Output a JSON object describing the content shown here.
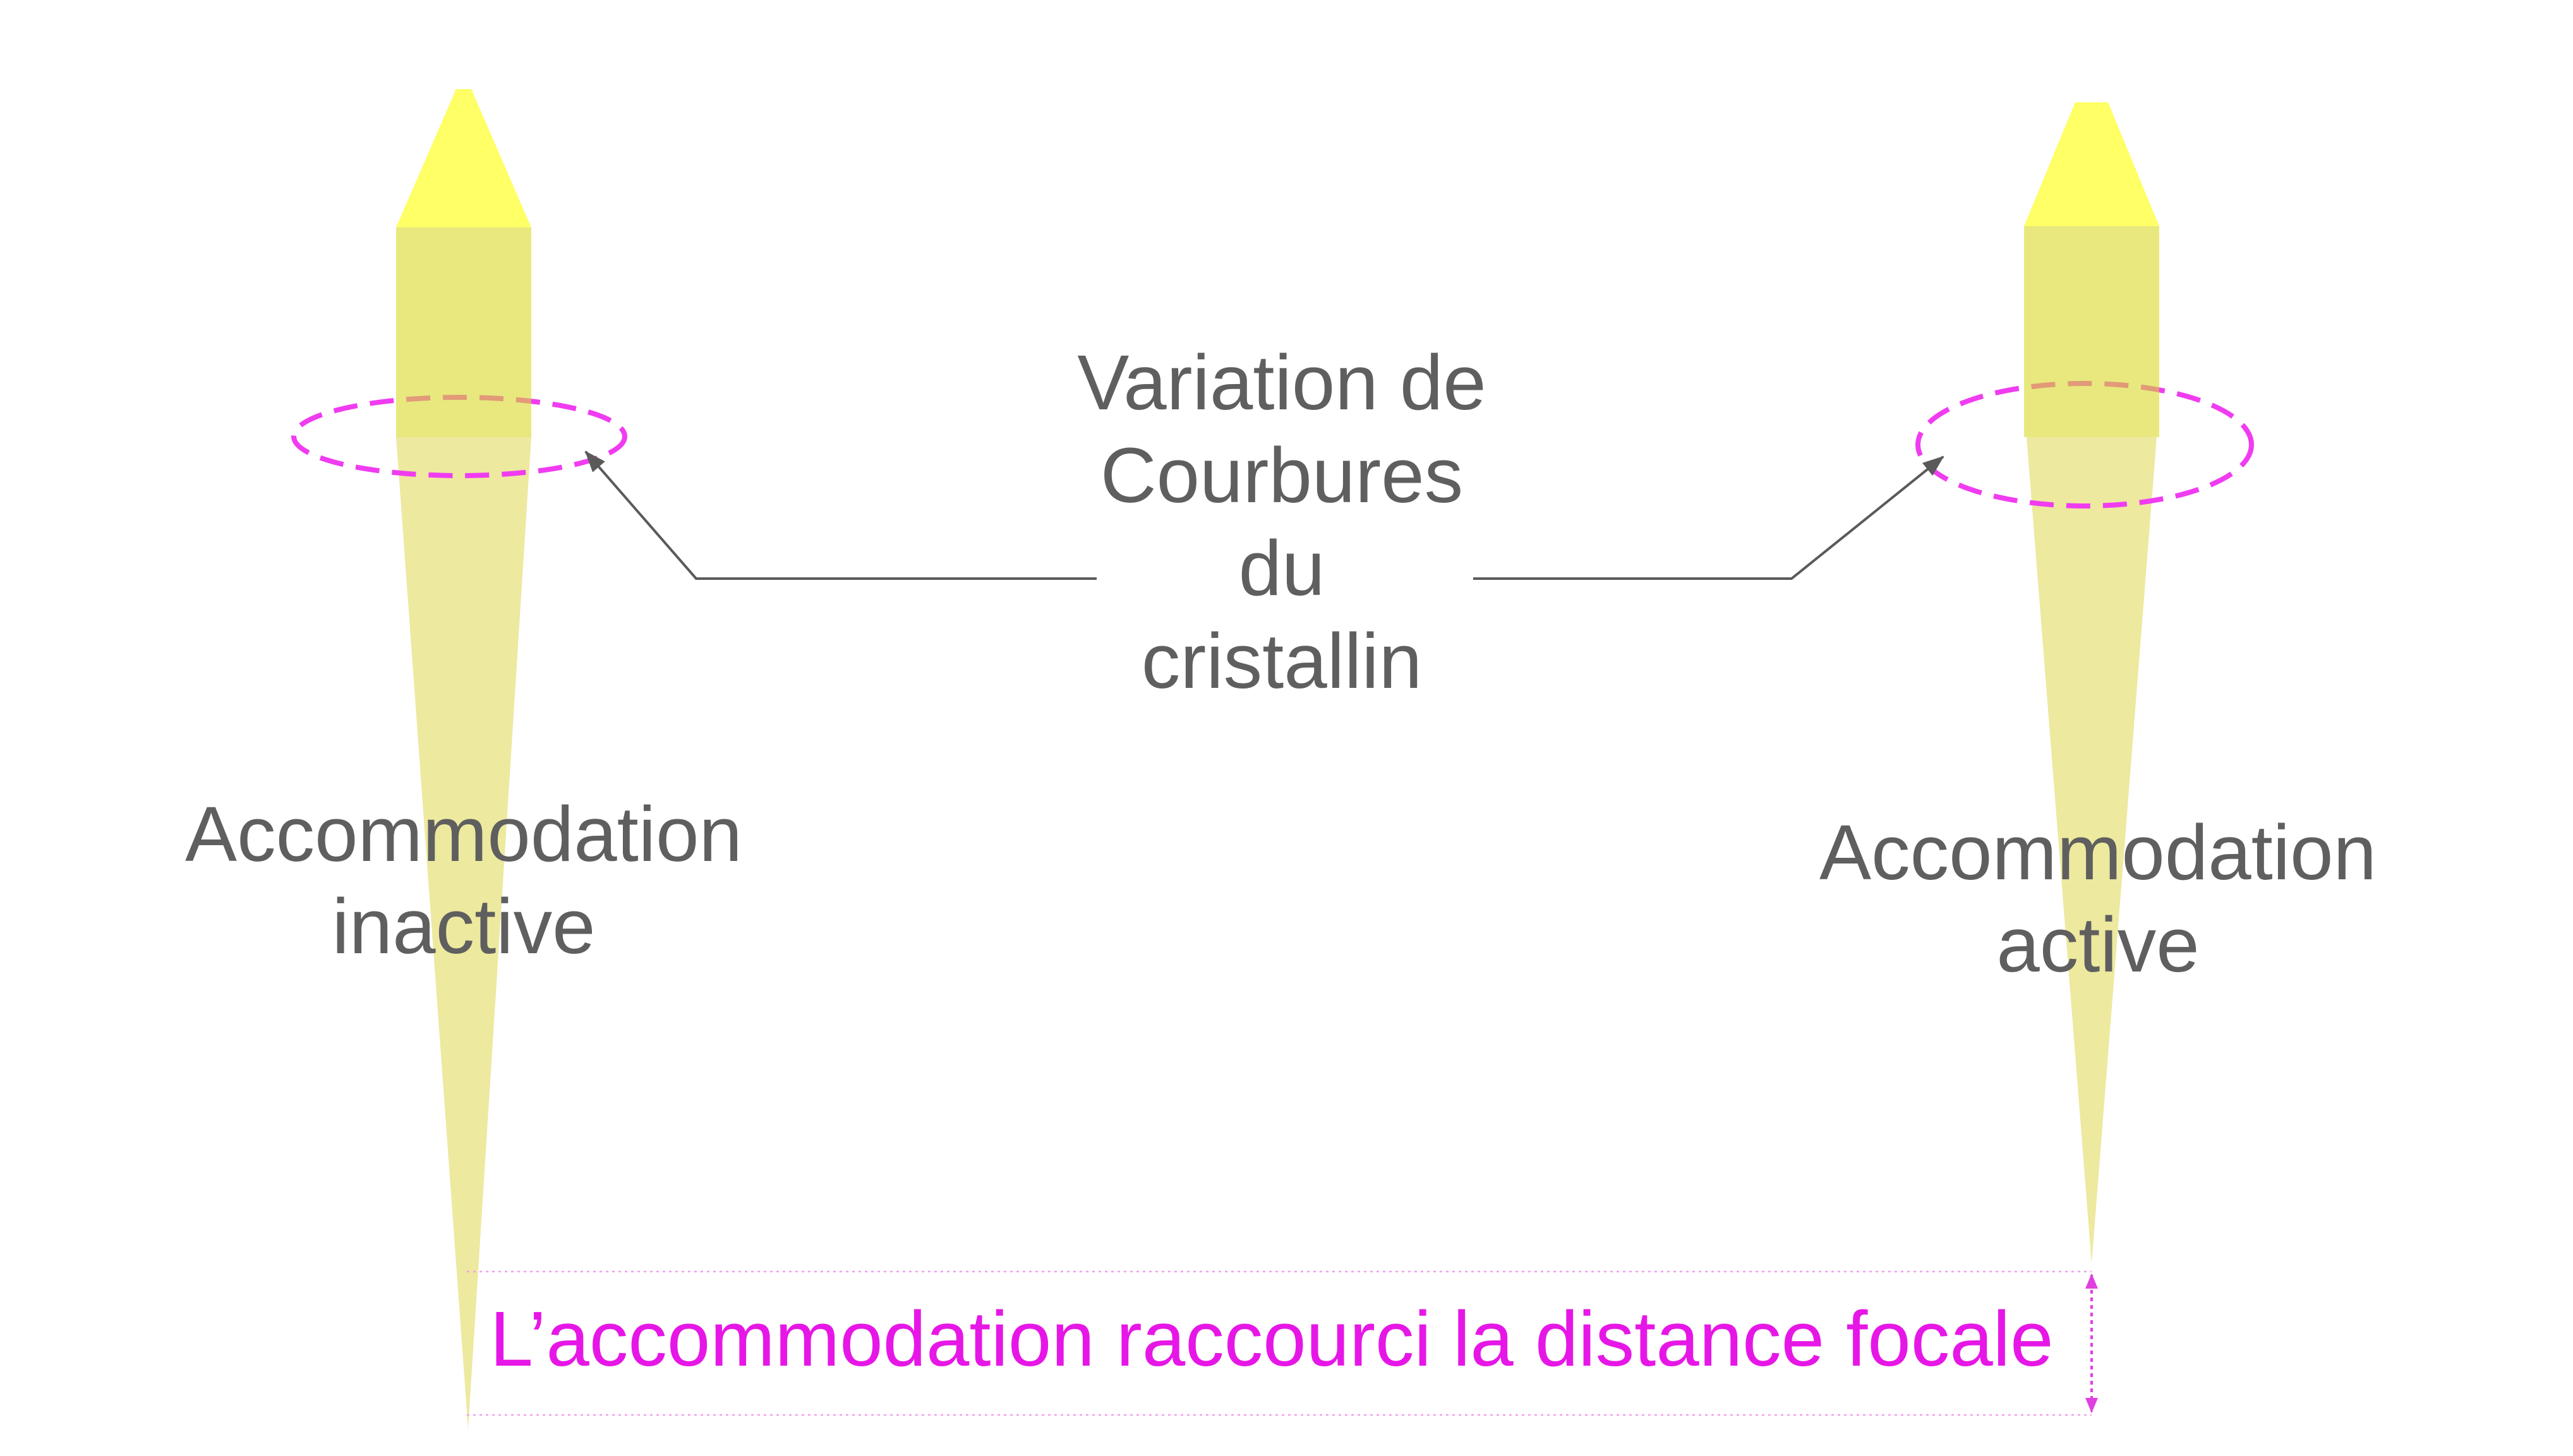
{
  "diagram": {
    "center_label": [
      "Variation de",
      "Courbures",
      "du",
      "cristallin"
    ],
    "left_label": [
      "Accommodation",
      "inactive"
    ],
    "right_label": [
      "Accommodation",
      "active"
    ],
    "caption": "L’accommodation raccourci la distance focale"
  },
  "colors": {
    "tip": "#ffff66",
    "body": "#d9d928",
    "cone": "#ece89a",
    "ellipse": "#f03cf0",
    "connector": "#5a5a5a",
    "label_text": "#5f5f5f",
    "caption_text": "#e617e6",
    "guide_lines": "#f0a0f0"
  }
}
